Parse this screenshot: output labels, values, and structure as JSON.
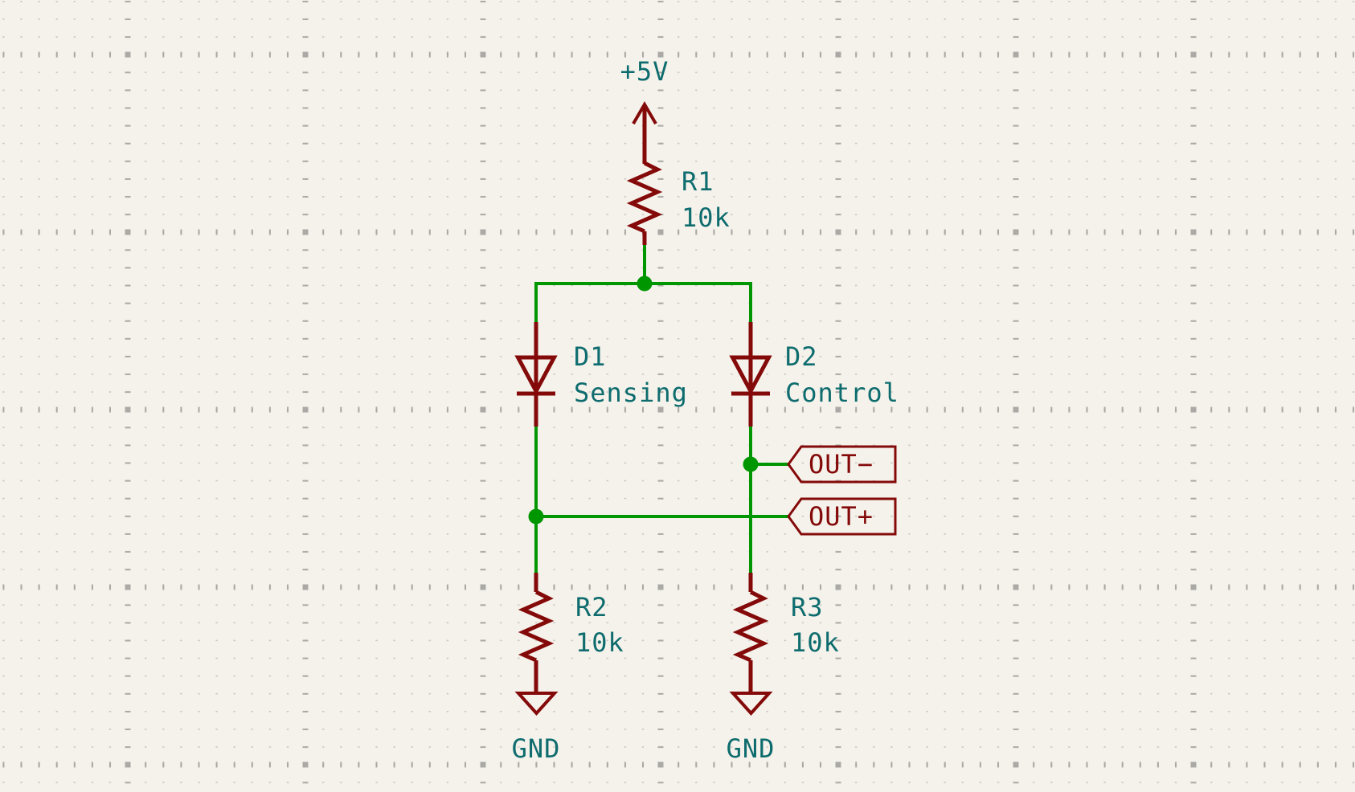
{
  "schematic": {
    "power_flags": {
      "vcc": "+5V",
      "gnd_left": "GND",
      "gnd_right": "GND"
    },
    "components": {
      "r1": {
        "reference": "R1",
        "value": "10k"
      },
      "r2": {
        "reference": "R2",
        "value": "10k"
      },
      "r3": {
        "reference": "R3",
        "value": "10k"
      },
      "d1": {
        "reference": "D1",
        "value": "Sensing"
      },
      "d2": {
        "reference": "D2",
        "value": "Control"
      }
    },
    "net_labels": {
      "out_minus": "OUT−",
      "out_plus": "OUT+"
    },
    "colors": {
      "background": "#F5F2EB",
      "wire": "#009600",
      "symbol": "#840A0A",
      "text": "#0E6C6E",
      "grid_dot": "#C9C6C0",
      "grid_major": "#ABA9A5"
    }
  }
}
